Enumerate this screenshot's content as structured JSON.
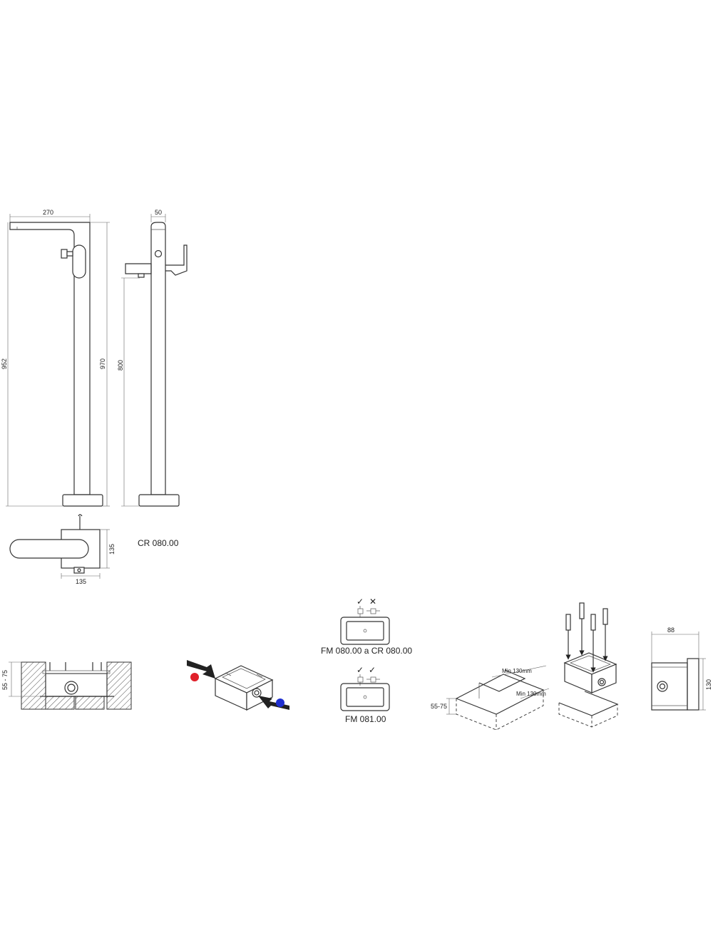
{
  "dimensions": {
    "front_width": "270",
    "front_height_total": "952",
    "front_height_inner": "970",
    "side_width": "50",
    "side_spout_height": "800",
    "top_height": "135",
    "top_width": "135",
    "box_depth_left": "55 - 75",
    "box_width_right": "88",
    "box_height_right": "130",
    "niche_depth": "55-75",
    "niche_min_a": "Min 130mm",
    "niche_min_b": "Min 130mm"
  },
  "labels": {
    "product_code": "CR 080.00",
    "option_a": "FM 080.00 a CR 080.00",
    "option_b": "FM 081.00"
  },
  "symbols": {
    "check": "✓",
    "cross": "✕"
  },
  "colors": {
    "hot": "#e0202a",
    "cold": "#1f2fd0",
    "line": "#333333"
  }
}
